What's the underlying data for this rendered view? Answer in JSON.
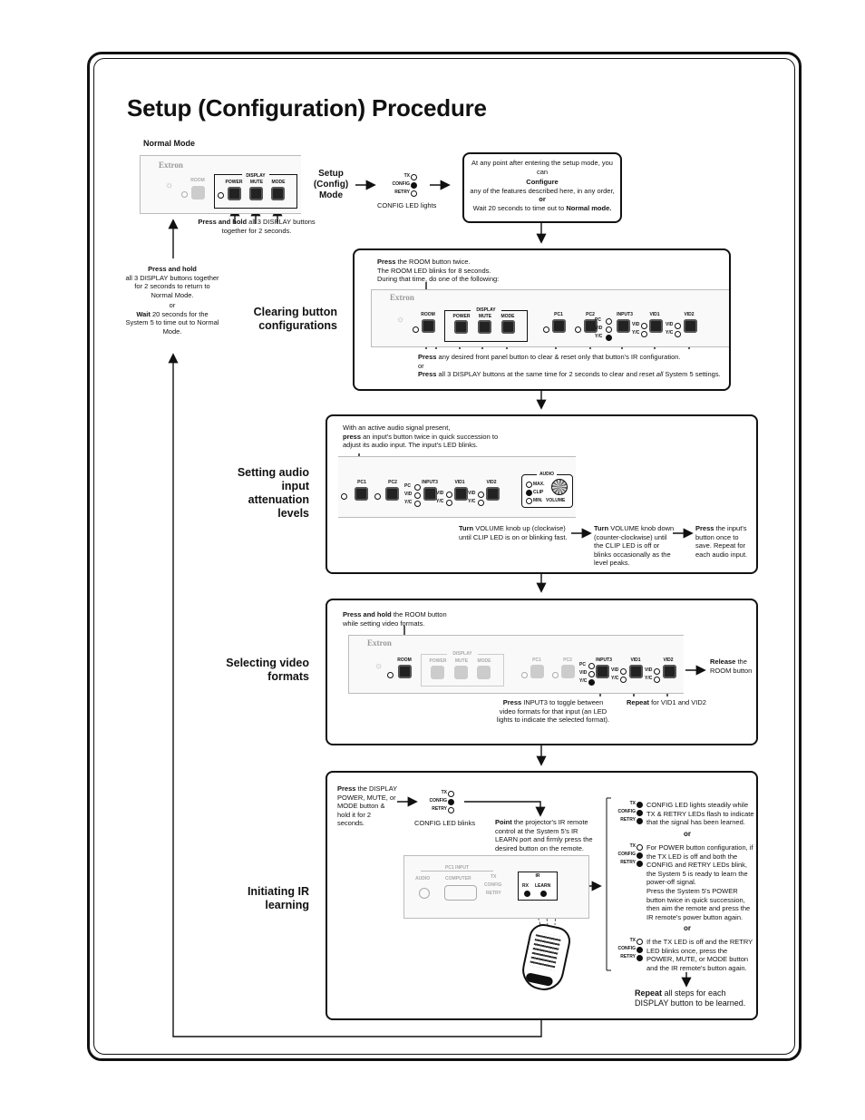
{
  "title": "Setup (Configuration) Procedure",
  "normal_mode": {
    "heading": "Normal Mode",
    "brand": "Extron",
    "room": "ROOM",
    "display": "DISPLAY",
    "power": "POWER",
    "mute": "MUTE",
    "mode": "MODE",
    "hold_note_bold": "Press and hold",
    "hold_note": " all 3 DISPLAY buttons together for 2 seconds."
  },
  "setup_mode": {
    "label": "Setup (Config) Mode",
    "tx": "TX",
    "config": "CONFIG",
    "retry": "RETRY",
    "leds_note": "CONFIG LED lights",
    "info_1": "At any point after entering the setup mode, you can",
    "info_configure": "Configure",
    "info_2": "any of the features described here, in any order,",
    "info_or": "or",
    "info_3": "Wait 20 seconds to time out to",
    "info_normal": "Normal mode."
  },
  "return_note": {
    "bold1": "Press and hold",
    "line1": "all 3 DISPLAY buttons together for 2 seconds to return to Normal Mode.",
    "or": "or",
    "bold2": "Wait",
    "line2": " 20 seconds for the System 5 to time out to Normal Mode."
  },
  "clearing": {
    "label": "Clearing button configurations",
    "top_bold": "Press",
    "top_1": " the ROOM button twice.",
    "top_2": "The ROOM LED blinks for 8 seconds.",
    "top_3": "During that time, do one of the following:",
    "pc1": "PC1",
    "pc2": "PC2",
    "input3": "INPUT3",
    "vid1": "VID1",
    "vid2": "VID2",
    "pc": "PC",
    "vid": "VID",
    "yc": "Y/C",
    "bottom_bold1": "Press",
    "bottom_1": " any desired front panel button to clear & reset only that button's IR configuration.",
    "bottom_or": "or",
    "bottom_bold2": "Press",
    "bottom_2": " all 3 DISPLAY buttons at the same time for 2 seconds to clear and reset ",
    "bottom_all": "all",
    "bottom_3": " System 5 settings."
  },
  "audio": {
    "label": "Setting audio input attenuation levels",
    "top_1": "With an active audio signal present,",
    "top_bold": "press",
    "top_2": " an input's button twice in quick succession to adjust its audio input.  The input's LED blinks.",
    "audio": "AUDIO",
    "max": "MAX.",
    "clip": "CLIP",
    "min": "MIN.",
    "volume": "VOLUME",
    "step1_bold": "Turn",
    "step1": " VOLUME knob up (clockwise) until CLIP LED is on or blinking fast.",
    "step2_bold": "Turn",
    "step2": " VOLUME knob down (counter-clockwise) until the CLIP LED is off or blinks occasionally as the level peaks.",
    "step3_bold": "Press",
    "step3": " the input's button once to save.  Repeat for each audio input."
  },
  "video": {
    "label": "Selecting video formats",
    "top_bold": "Press and hold",
    "top": " the ROOM button while setting video formats.",
    "release_bold": "Release",
    "release": " the ROOM button",
    "press_bold": "Press",
    "press": " INPUT3 to toggle between video formats for that input (an LED lights to indicate the selected format).",
    "repeat_bold": "Repeat",
    "repeat": " for VID1 and VID2"
  },
  "ir": {
    "label": "Initiating IR learning",
    "press_bold": "Press",
    "press": " the DISPLAY POWER, MUTE, or MODE button & hold it for 2 seconds.",
    "blink_note": "CONFIG LED blinks",
    "point_bold": "Point",
    "point": " the projector's IR remote control at the System 5's IR LEARN port and firmly press the desired button on the remote.",
    "pc1_input": "PC1 INPUT",
    "audio_lbl": "AUDIO",
    "computer": "COMPUTER",
    "ir_lbl": "IR",
    "rx": "RX",
    "learn": "LEARN",
    "r1": "CONFIG LED lights steadily while TX & RETRY LEDs flash to indicate that the signal has been learned.",
    "or": "or",
    "r2": "For POWER button configuration, if the TX LED is off and both the CONFIG and RETRY LEDs blink, the System 5 is ready to learn the power-off signal.",
    "r3": "Press the System 5's POWER button twice in quick succession, then aim the remote and press the IR remote's power button again.",
    "r4": "If the TX LED is off and the RETRY LED blinks once, press the POWER, MUTE, or MODE button and the IR remote's button again.",
    "repeat_bold": "Repeat",
    "repeat": " all steps for each DISPLAY button to be learned."
  }
}
